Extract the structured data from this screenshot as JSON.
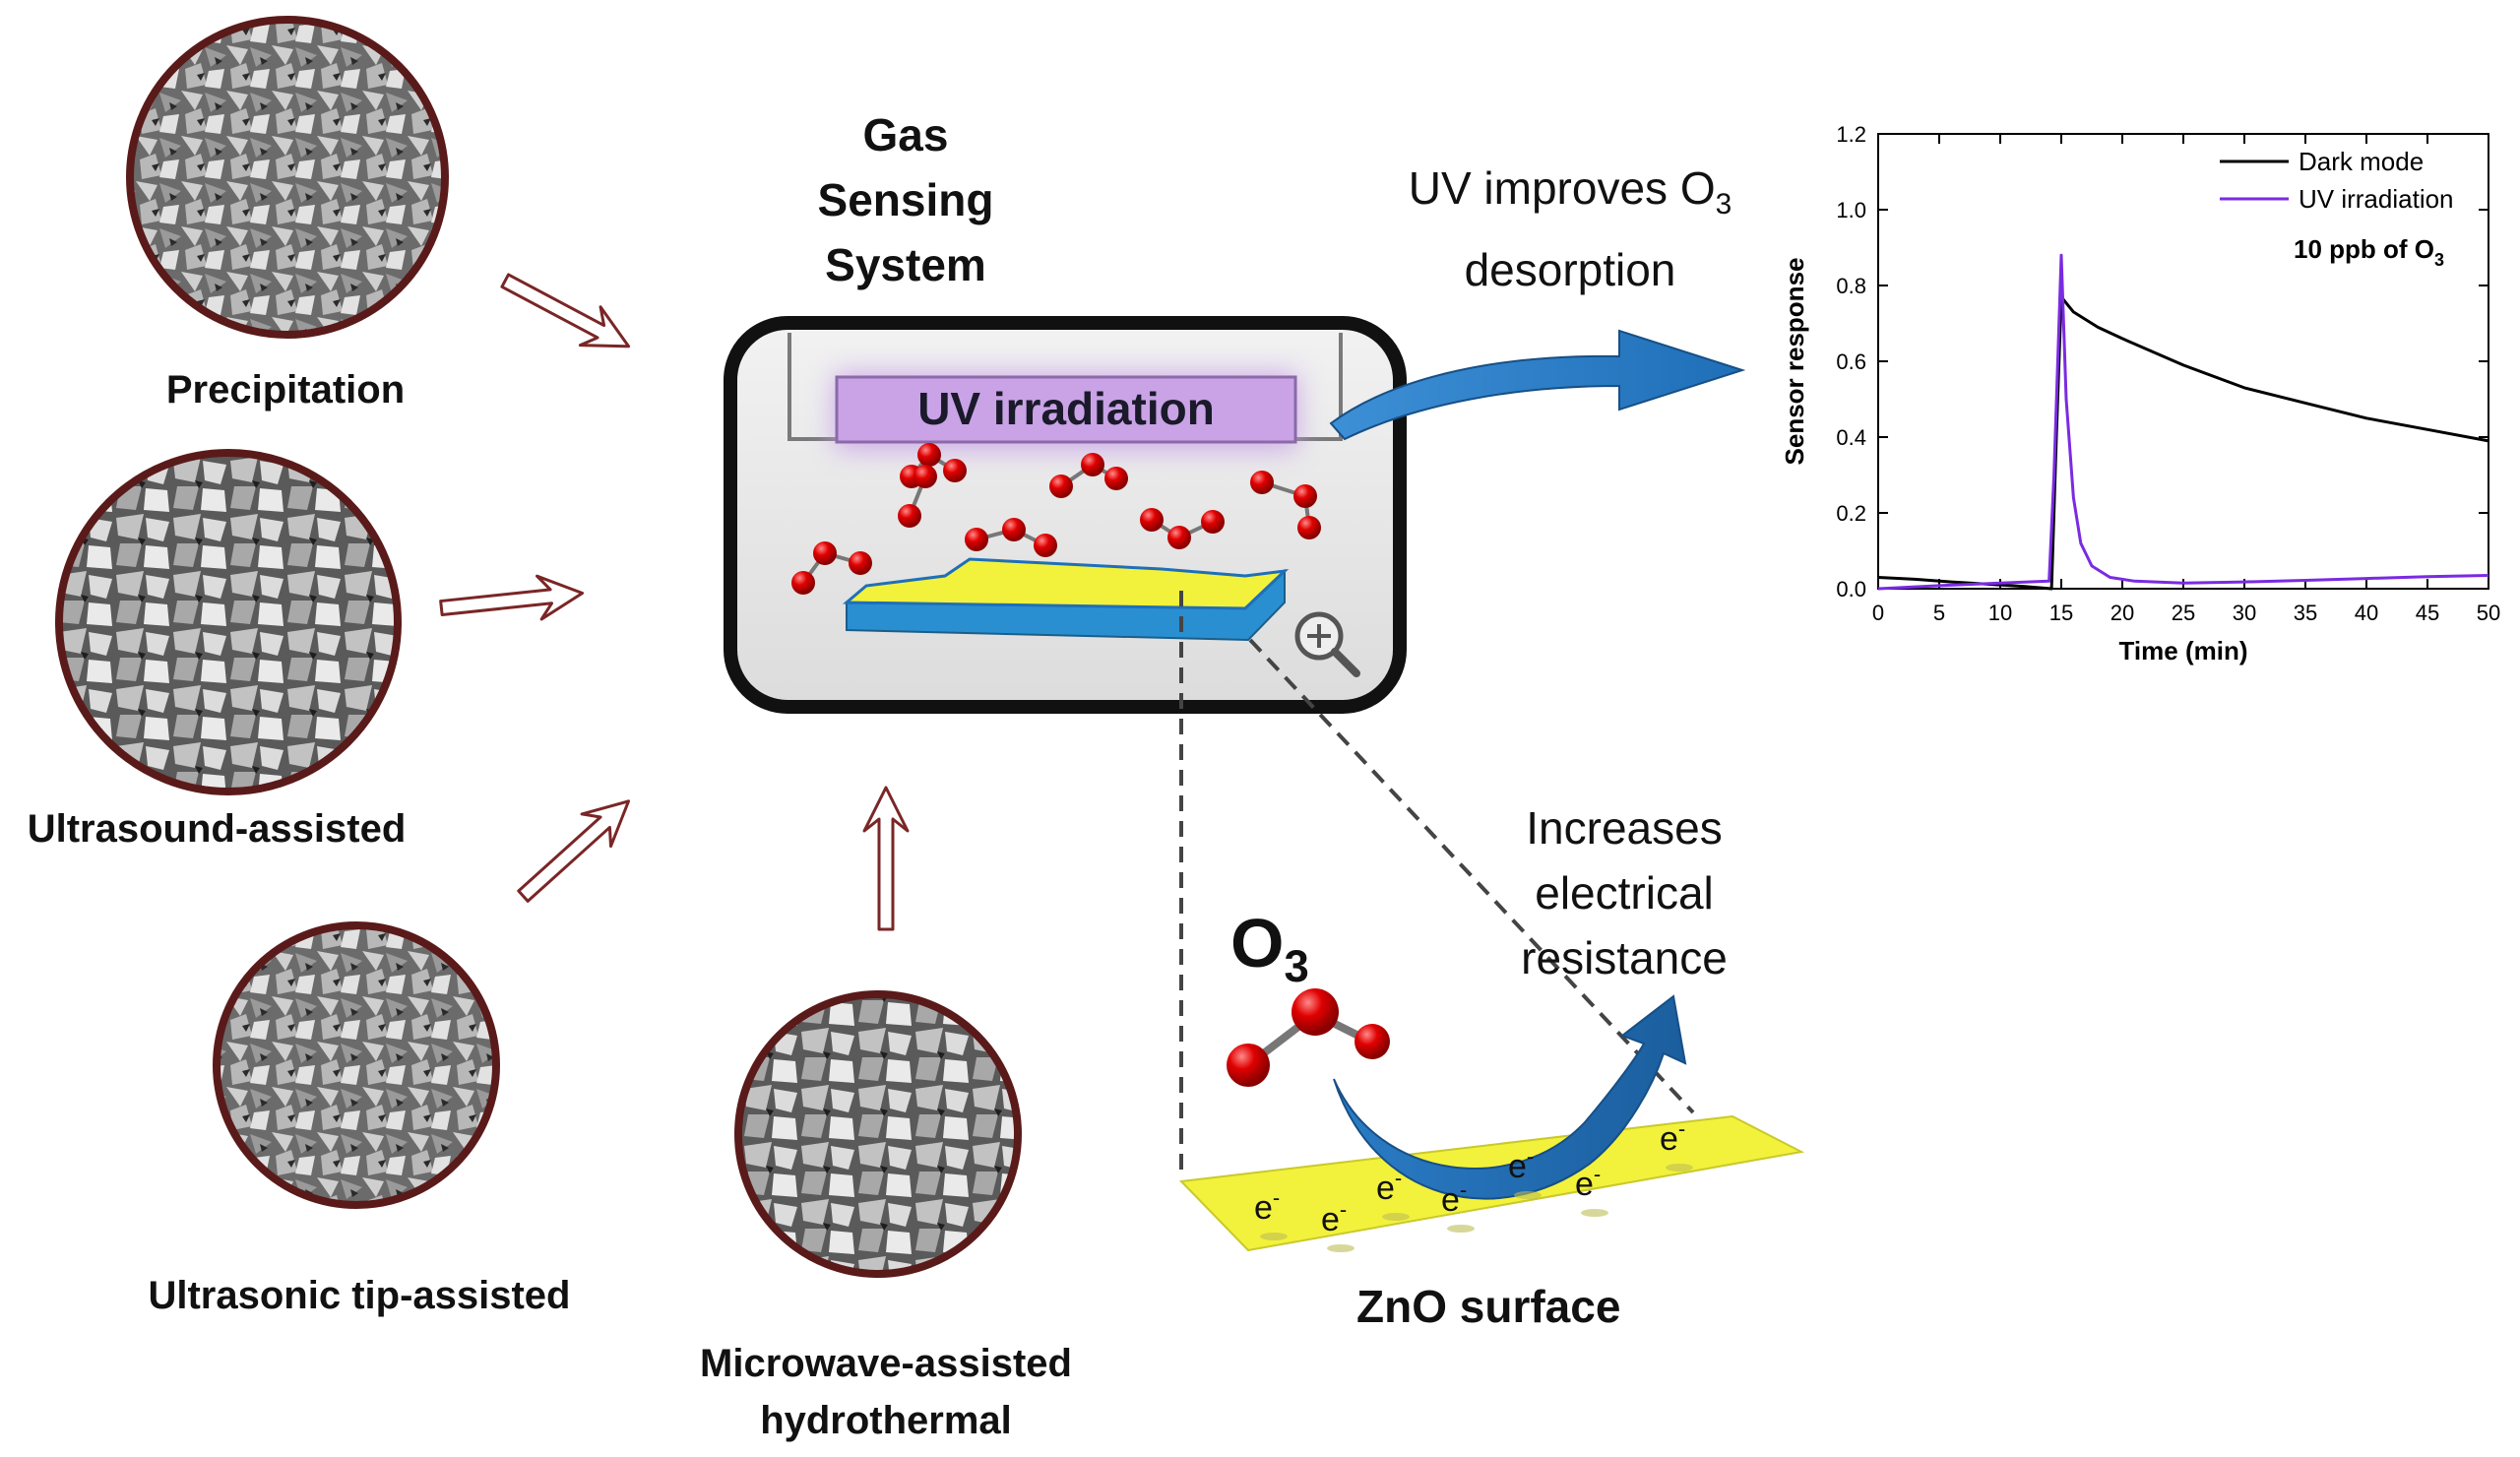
{
  "methods": [
    {
      "label": "Precipitation"
    },
    {
      "label": "Ultrasound-assisted"
    },
    {
      "label": "Ultrasonic tip-assisted"
    },
    {
      "label": "Microwave-assisted hydrothermal"
    }
  ],
  "system": {
    "title_lines": [
      "Gas",
      "Sensing",
      "System"
    ],
    "uv_label": "UV irradiation"
  },
  "uv_note": {
    "line1": "UV improves O",
    "line1_sub": "3",
    "line2": "desorption"
  },
  "resistance_note": {
    "lines": [
      "Increases",
      "electrical",
      "resistance"
    ]
  },
  "ozone": {
    "label": "O",
    "sub": "3"
  },
  "electron": {
    "label": "e",
    "sup": "-"
  },
  "surface_label": "ZnO surface",
  "colors": {
    "ozone_red": "#e00000",
    "zno_yellow": "#f2f23c",
    "zno_blue": "#2a8fd0",
    "uv_purple": "#c8a0e8",
    "arrow_blue": "#1f6fb8",
    "arrow_outline": "#7a2626"
  },
  "chart_data": {
    "type": "line",
    "xlabel": "Time (min)",
    "ylabel": "Sensor response",
    "xlim": [
      0,
      50
    ],
    "ylim": [
      0,
      1.2
    ],
    "xticks": [
      0,
      5,
      10,
      15,
      20,
      25,
      30,
      35,
      40,
      45,
      50
    ],
    "yticks": [
      0.0,
      0.2,
      0.4,
      0.6,
      0.8,
      1.0,
      1.2
    ],
    "legend_position": "top-right",
    "annotation": {
      "text": "10 ppb of O",
      "sub": "3"
    },
    "series": [
      {
        "name": "Dark mode",
        "color": "#000000",
        "x": [
          0,
          3,
          6,
          9,
          12,
          14.2,
          14.6,
          15,
          15.5,
          16,
          18,
          20,
          25,
          30,
          35,
          40,
          45,
          50
        ],
        "y": [
          0.03,
          0.025,
          0.018,
          0.012,
          0.006,
          0.0,
          0.4,
          0.77,
          0.75,
          0.73,
          0.69,
          0.66,
          0.59,
          0.53,
          0.49,
          0.45,
          0.42,
          0.39
        ]
      },
      {
        "name": "UV irradiation",
        "color": "#7a2be2",
        "x": [
          0,
          5,
          10,
          14,
          14.4,
          15,
          15.4,
          16,
          16.6,
          17.5,
          19,
          21,
          25,
          30,
          35,
          40,
          45,
          50
        ],
        "y": [
          0.0,
          0.008,
          0.015,
          0.02,
          0.3,
          0.88,
          0.5,
          0.24,
          0.12,
          0.06,
          0.03,
          0.02,
          0.015,
          0.018,
          0.022,
          0.027,
          0.032,
          0.035
        ]
      }
    ]
  }
}
